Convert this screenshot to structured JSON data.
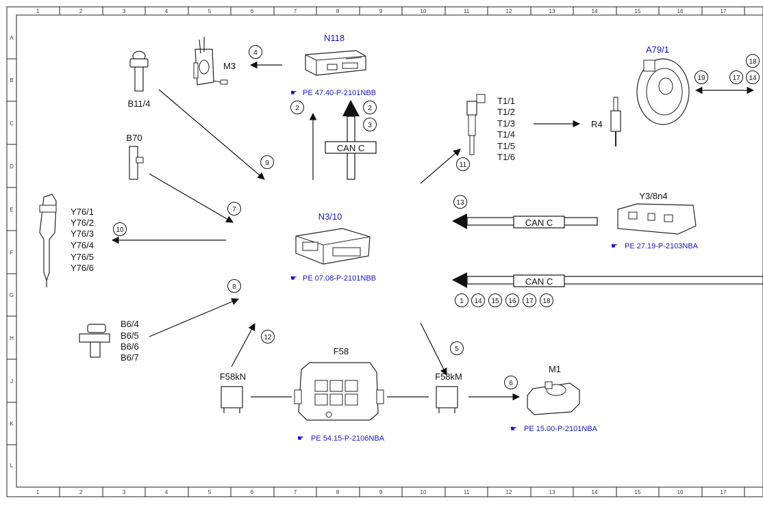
{
  "grid": {
    "columns": [
      "1",
      "2",
      "3",
      "4",
      "5",
      "6",
      "7",
      "8",
      "9",
      "10",
      "11",
      "12",
      "13",
      "14",
      "15",
      "16",
      "17"
    ],
    "rows": [
      "A",
      "B",
      "C",
      "D",
      "E",
      "F",
      "G",
      "H",
      "J",
      "K",
      "L"
    ]
  },
  "components": {
    "n118": {
      "label": "N118",
      "ref": "PE 47.40-P-2101NBB"
    },
    "m3": {
      "label": "M3"
    },
    "b11_4": {
      "label": "B11/4"
    },
    "b70": {
      "label": "B70"
    },
    "n3_10": {
      "label": "N3/10",
      "ref": "PE 07.08-P-2101NBB"
    },
    "y76": {
      "lines": [
        "Y76/1",
        "Y76/2",
        "Y76/3",
        "Y76/4",
        "Y76/5",
        "Y76/6"
      ]
    },
    "b6": {
      "lines": [
        "B6/4",
        "B6/5",
        "B6/6",
        "B6/7"
      ]
    },
    "t1": {
      "lines": [
        "T1/1",
        "T1/2",
        "T1/3",
        "T1/4",
        "T1/5",
        "T1/6"
      ]
    },
    "r4": {
      "label": "R4"
    },
    "a79_1": {
      "label": "A79/1"
    },
    "y3_8n4": {
      "label": "Y3/8n4",
      "ref": "PE 27.19-P-2103NBA"
    },
    "f58": {
      "label": "F58",
      "ref": "PE 54.15-P-2106NBA"
    },
    "f58kn": {
      "label": "F58kN"
    },
    "f58km": {
      "label": "F58kM"
    },
    "m1": {
      "label": "M1",
      "ref": "PE 15.00-P-2101NBA"
    }
  },
  "can": {
    "label": "CAN C"
  },
  "signals": {
    "s1": "1",
    "s2": "2",
    "s3": "3",
    "s4": "4",
    "s5": "5",
    "s6": "6",
    "s7": "7",
    "s8": "8",
    "s9": "9",
    "s10": "10",
    "s11": "11",
    "s12": "12",
    "s13": "13",
    "s14": "14",
    "s15": "15",
    "s16": "16",
    "s17": "17",
    "s18": "18",
    "s19": "19"
  },
  "colors": {
    "accent_blue": "#1414c8",
    "line": "#111111"
  }
}
